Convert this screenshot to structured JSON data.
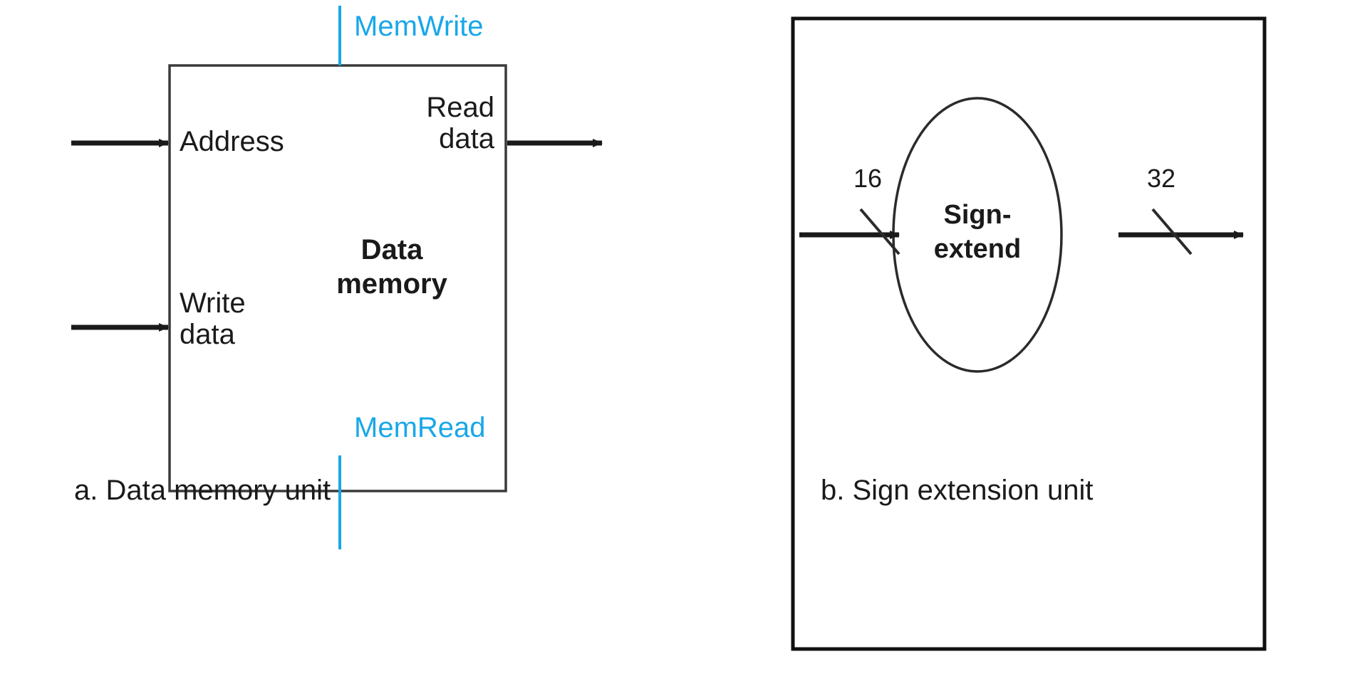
{
  "figure": {
    "background": "#ffffff",
    "line_color": "#1a1a1a",
    "control_color": "#19A7E8"
  },
  "panel_a": {
    "caption": "a. Data memory unit",
    "unit_title_line1": "Data",
    "unit_title_line2": "memory",
    "ports": {
      "address": "Address",
      "write_data_line1": "Write",
      "write_data_line2": "data",
      "read_data_line1": "Read",
      "read_data_line2": "data"
    },
    "controls": {
      "mem_write": "MemWrite",
      "mem_read": "MemRead"
    }
  },
  "panel_b": {
    "caption": "b. Sign extension unit",
    "unit_title_line1": "Sign-",
    "unit_title_line2": "extend",
    "input_width": "16",
    "output_width": "32"
  }
}
